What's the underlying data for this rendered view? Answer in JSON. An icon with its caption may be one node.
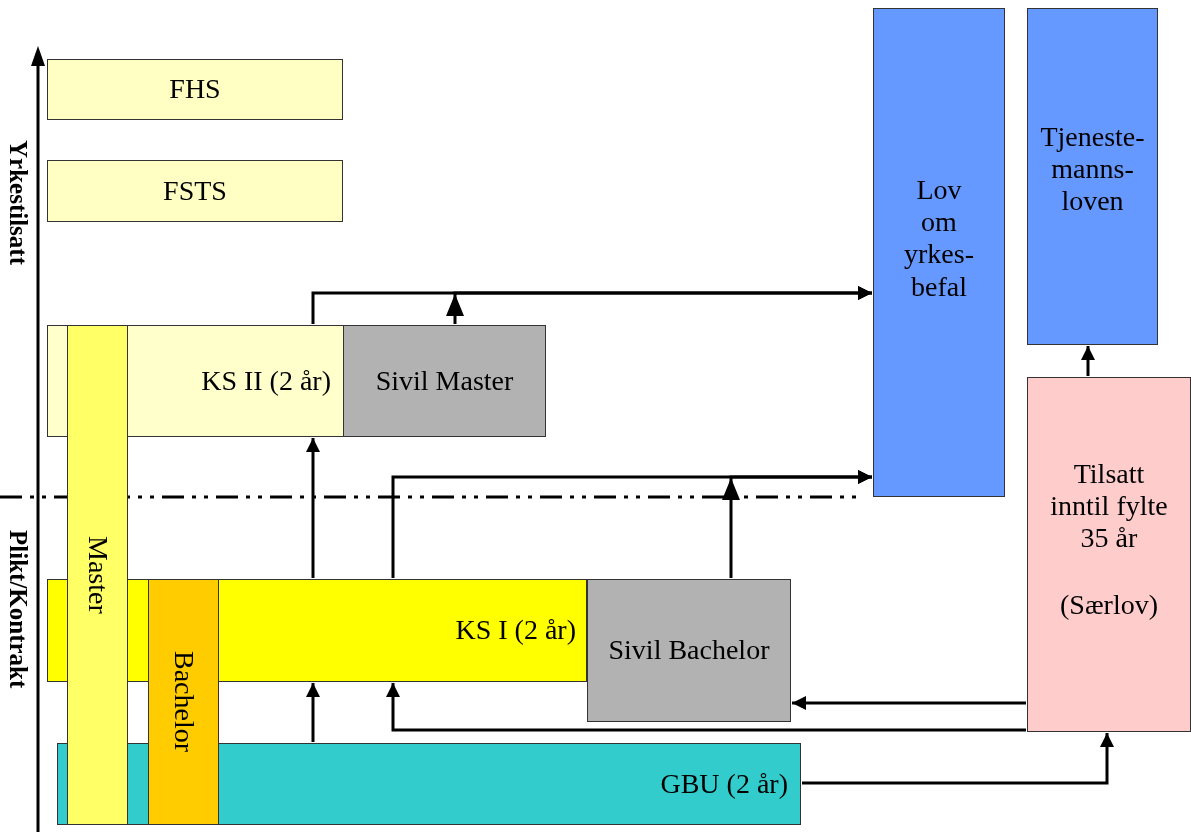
{
  "diagram": {
    "nodes": [
      {
        "text": [
          "FHS"
        ]
      },
      {
        "text": [
          "FSTS"
        ]
      },
      {
        "text": [
          "KS II (2 år)"
        ]
      },
      {
        "text": [
          "Sivil Master"
        ]
      },
      {
        "text": [
          "Lov om yrkes-befal"
        ]
      },
      {
        "text": [
          "Tjeneste-manns-loven"
        ]
      },
      {
        "text": [
          "Tilsatt inntil fylte 35 år",
          "(Særlov)"
        ]
      },
      {
        "text": [
          "Master"
        ]
      },
      {
        "text": [
          "KS I (2 år)"
        ]
      },
      {
        "text": [
          "Sivil Bachelor"
        ]
      },
      {
        "text": [
          "Bachelor"
        ]
      },
      {
        "text": [
          "GBU (2 år)"
        ]
      }
    ],
    "edges": [
      {
        "from": 2,
        "to": 4,
        "arrow": "to"
      },
      {
        "from": 3,
        "to": 4,
        "arrow": "to"
      },
      {
        "from": 8,
        "to": 2,
        "arrow": "to"
      },
      {
        "from": 8,
        "to": 4,
        "arrow": "to"
      },
      {
        "from": 9,
        "to": 4,
        "arrow": "to"
      },
      {
        "from": 11,
        "to": 8,
        "arrow": "to"
      },
      {
        "from": 11,
        "to": 6,
        "arrow": "to"
      },
      {
        "from": 6,
        "to": 9,
        "arrow": "to"
      },
      {
        "from": 6,
        "to": 8,
        "arrow": "to"
      },
      {
        "from": 6,
        "to": 5,
        "arrow": "to"
      }
    ],
    "labels": [
      "Yrkestilsatt",
      "Plikt/Kontrakt"
    ]
  }
}
